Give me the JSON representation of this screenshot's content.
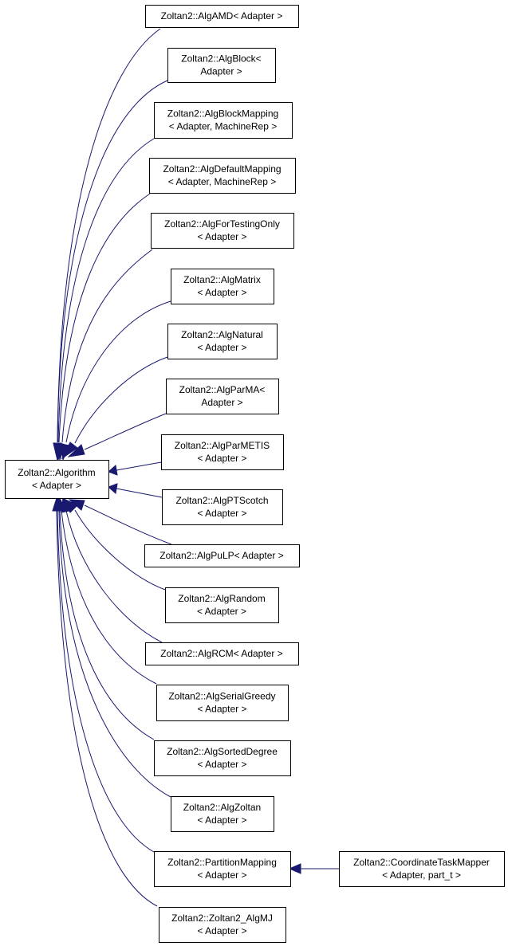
{
  "diagram": {
    "edge_color": "#191970",
    "nodes": {
      "algorithm": [
        "Zoltan2::Algorithm",
        "< Adapter >"
      ],
      "amd": [
        "Zoltan2::AlgAMD< Adapter >"
      ],
      "block": [
        "Zoltan2::AlgBlock<",
        "Adapter >"
      ],
      "blockmapping": [
        "Zoltan2::AlgBlockMapping",
        "< Adapter, MachineRep >"
      ],
      "defaultmapping": [
        "Zoltan2::AlgDefaultMapping",
        "< Adapter, MachineRep >"
      ],
      "fortesting": [
        "Zoltan2::AlgForTestingOnly",
        "< Adapter >"
      ],
      "matrix": [
        "Zoltan2::AlgMatrix",
        "< Adapter >"
      ],
      "natural": [
        "Zoltan2::AlgNatural",
        "< Adapter >"
      ],
      "parma": [
        "Zoltan2::AlgParMA<",
        "Adapter >"
      ],
      "parmetis": [
        "Zoltan2::AlgParMETIS",
        "< Adapter >"
      ],
      "ptscotch": [
        "Zoltan2::AlgPTScotch",
        "< Adapter >"
      ],
      "pulp": [
        "Zoltan2::AlgPuLP< Adapter >"
      ],
      "random": [
        "Zoltan2::AlgRandom",
        "< Adapter >"
      ],
      "rcm": [
        "Zoltan2::AlgRCM< Adapter >"
      ],
      "serialgreedy": [
        "Zoltan2::AlgSerialGreedy",
        "< Adapter >"
      ],
      "sorteddegree": [
        "Zoltan2::AlgSortedDegree",
        "< Adapter >"
      ],
      "zoltan": [
        "Zoltan2::AlgZoltan",
        "< Adapter >"
      ],
      "partitionmapping": [
        "Zoltan2::PartitionMapping",
        "< Adapter >"
      ],
      "coordtaskmapper": [
        "Zoltan2::CoordinateTaskMapper",
        "< Adapter, part_t >"
      ],
      "algmj": [
        "Zoltan2::Zoltan2_AlgMJ",
        "< Adapter >"
      ]
    },
    "edges": [
      {
        "from": "amd",
        "to": "algorithm"
      },
      {
        "from": "block",
        "to": "algorithm"
      },
      {
        "from": "blockmapping",
        "to": "algorithm"
      },
      {
        "from": "defaultmapping",
        "to": "algorithm"
      },
      {
        "from": "fortesting",
        "to": "algorithm"
      },
      {
        "from": "matrix",
        "to": "algorithm"
      },
      {
        "from": "natural",
        "to": "algorithm"
      },
      {
        "from": "parma",
        "to": "algorithm"
      },
      {
        "from": "parmetis",
        "to": "algorithm"
      },
      {
        "from": "ptscotch",
        "to": "algorithm"
      },
      {
        "from": "pulp",
        "to": "algorithm"
      },
      {
        "from": "random",
        "to": "algorithm"
      },
      {
        "from": "rcm",
        "to": "algorithm"
      },
      {
        "from": "serialgreedy",
        "to": "algorithm"
      },
      {
        "from": "sorteddegree",
        "to": "algorithm"
      },
      {
        "from": "zoltan",
        "to": "algorithm"
      },
      {
        "from": "partitionmapping",
        "to": "algorithm"
      },
      {
        "from": "algmj",
        "to": "algorithm"
      },
      {
        "from": "coordtaskmapper",
        "to": "partitionmapping"
      }
    ]
  }
}
